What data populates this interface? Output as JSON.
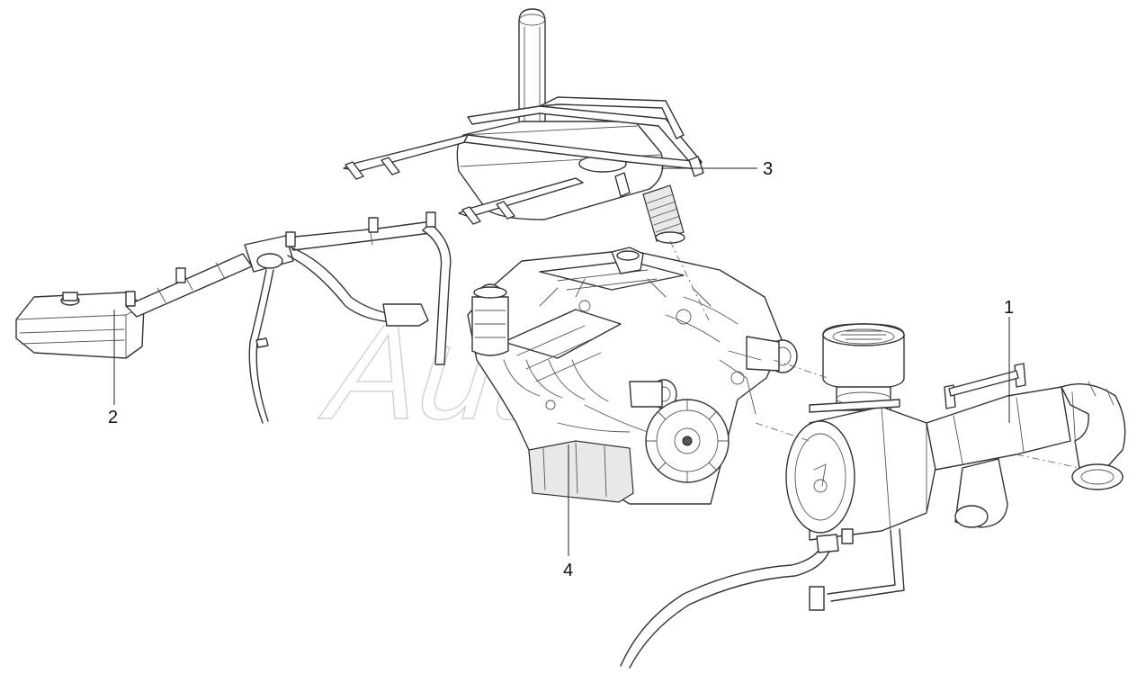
{
  "watermark": "Autot",
  "callouts": [
    {
      "id": "1",
      "label": "1"
    },
    {
      "id": "2",
      "label": "2"
    },
    {
      "id": "3",
      "label": "3"
    },
    {
      "id": "4",
      "label": "4"
    }
  ]
}
